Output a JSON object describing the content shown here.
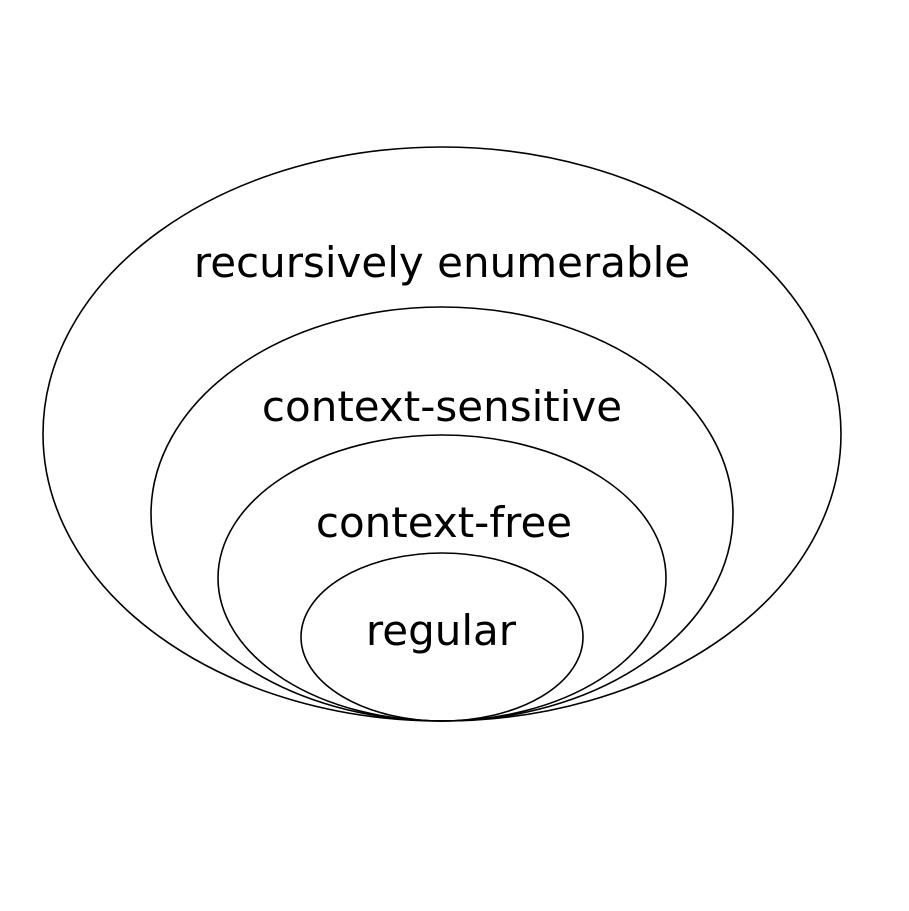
{
  "diagram": {
    "type": "nested-sets",
    "stroke_color": "#000000",
    "background_color": "#ffffff",
    "sets": [
      {
        "id": "recursively-enumerable",
        "label": "recursively enumerable"
      },
      {
        "id": "context-sensitive",
        "label": "context-sensitive"
      },
      {
        "id": "context-free",
        "label": "context-free"
      },
      {
        "id": "regular",
        "label": "regular"
      }
    ]
  }
}
